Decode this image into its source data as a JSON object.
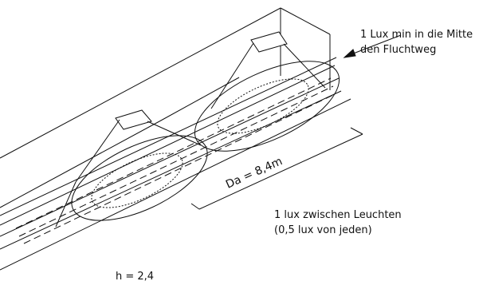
{
  "labels": {
    "min_lux_line1": "1 Lux min in die Mitte",
    "min_lux_line2": "den Fluchtweg",
    "diameter": "Da = 8,4m",
    "between_line1": "1 lux zwischen Leuchten",
    "between_line2": "(0,5 lux von jeden)",
    "height": "h = 2,4"
  }
}
